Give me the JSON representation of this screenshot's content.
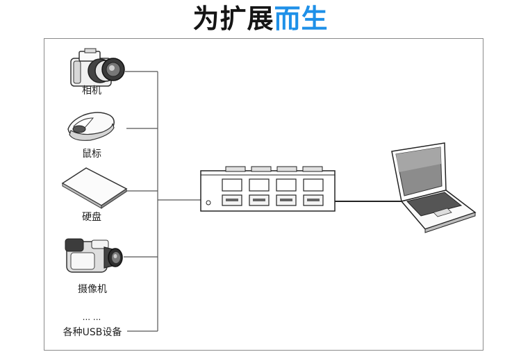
{
  "title": {
    "part_dark": "为扩展",
    "part_accent": "而生",
    "accent_color": "#1e90e8",
    "dark_color": "#151515"
  },
  "devices": [
    {
      "label": "相机",
      "icon": "camera-icon"
    },
    {
      "label": "鼠标",
      "icon": "mouse-icon"
    },
    {
      "label": "硬盘",
      "icon": "hard-disk-icon"
    },
    {
      "label": "摄像机",
      "icon": "camcorder-icon"
    },
    {
      "label": "各种USB设备",
      "icon": "none"
    }
  ],
  "ellipsis": "... ...",
  "hub": {
    "icon": "usb-hub-icon",
    "ports_per_row": 4
  },
  "computer": {
    "icon": "laptop-icon"
  }
}
